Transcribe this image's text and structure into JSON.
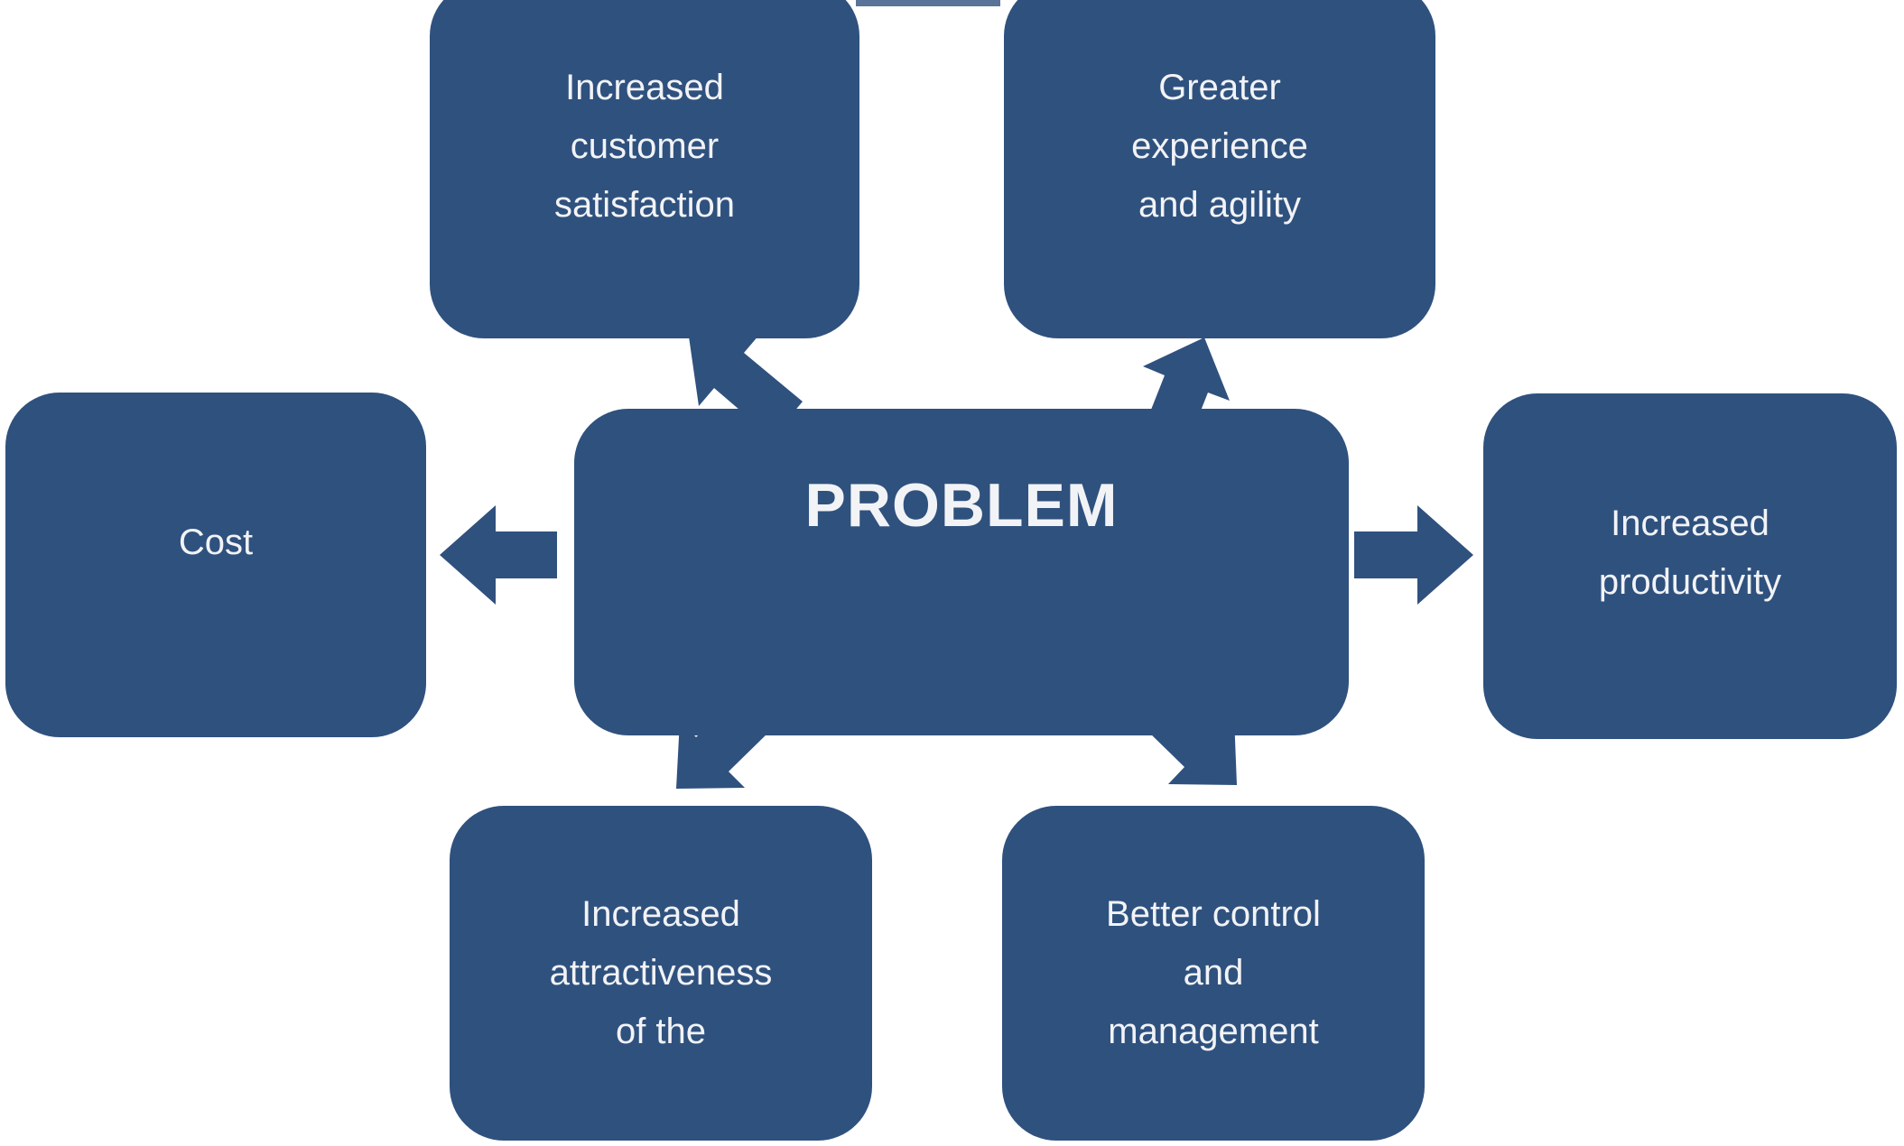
{
  "diagram": {
    "center": {
      "label": "PROBLEM"
    },
    "nodes": [
      {
        "id": "top-left",
        "label": "Increased\ncustomer\nsatisfaction"
      },
      {
        "id": "top-right",
        "label": "Greater\nexperience\nand agility"
      },
      {
        "id": "left",
        "label": "Cost"
      },
      {
        "id": "right",
        "label": "Increased\nproductivity"
      },
      {
        "id": "bottom-left",
        "label": "Increased\nattractiveness\nof the"
      },
      {
        "id": "bottom-right",
        "label": "Better control\nand\nmanagement"
      }
    ],
    "colors": {
      "node_fill": "#2F517E",
      "text": "#F2F3F6",
      "background": "#FFFFFF"
    }
  }
}
